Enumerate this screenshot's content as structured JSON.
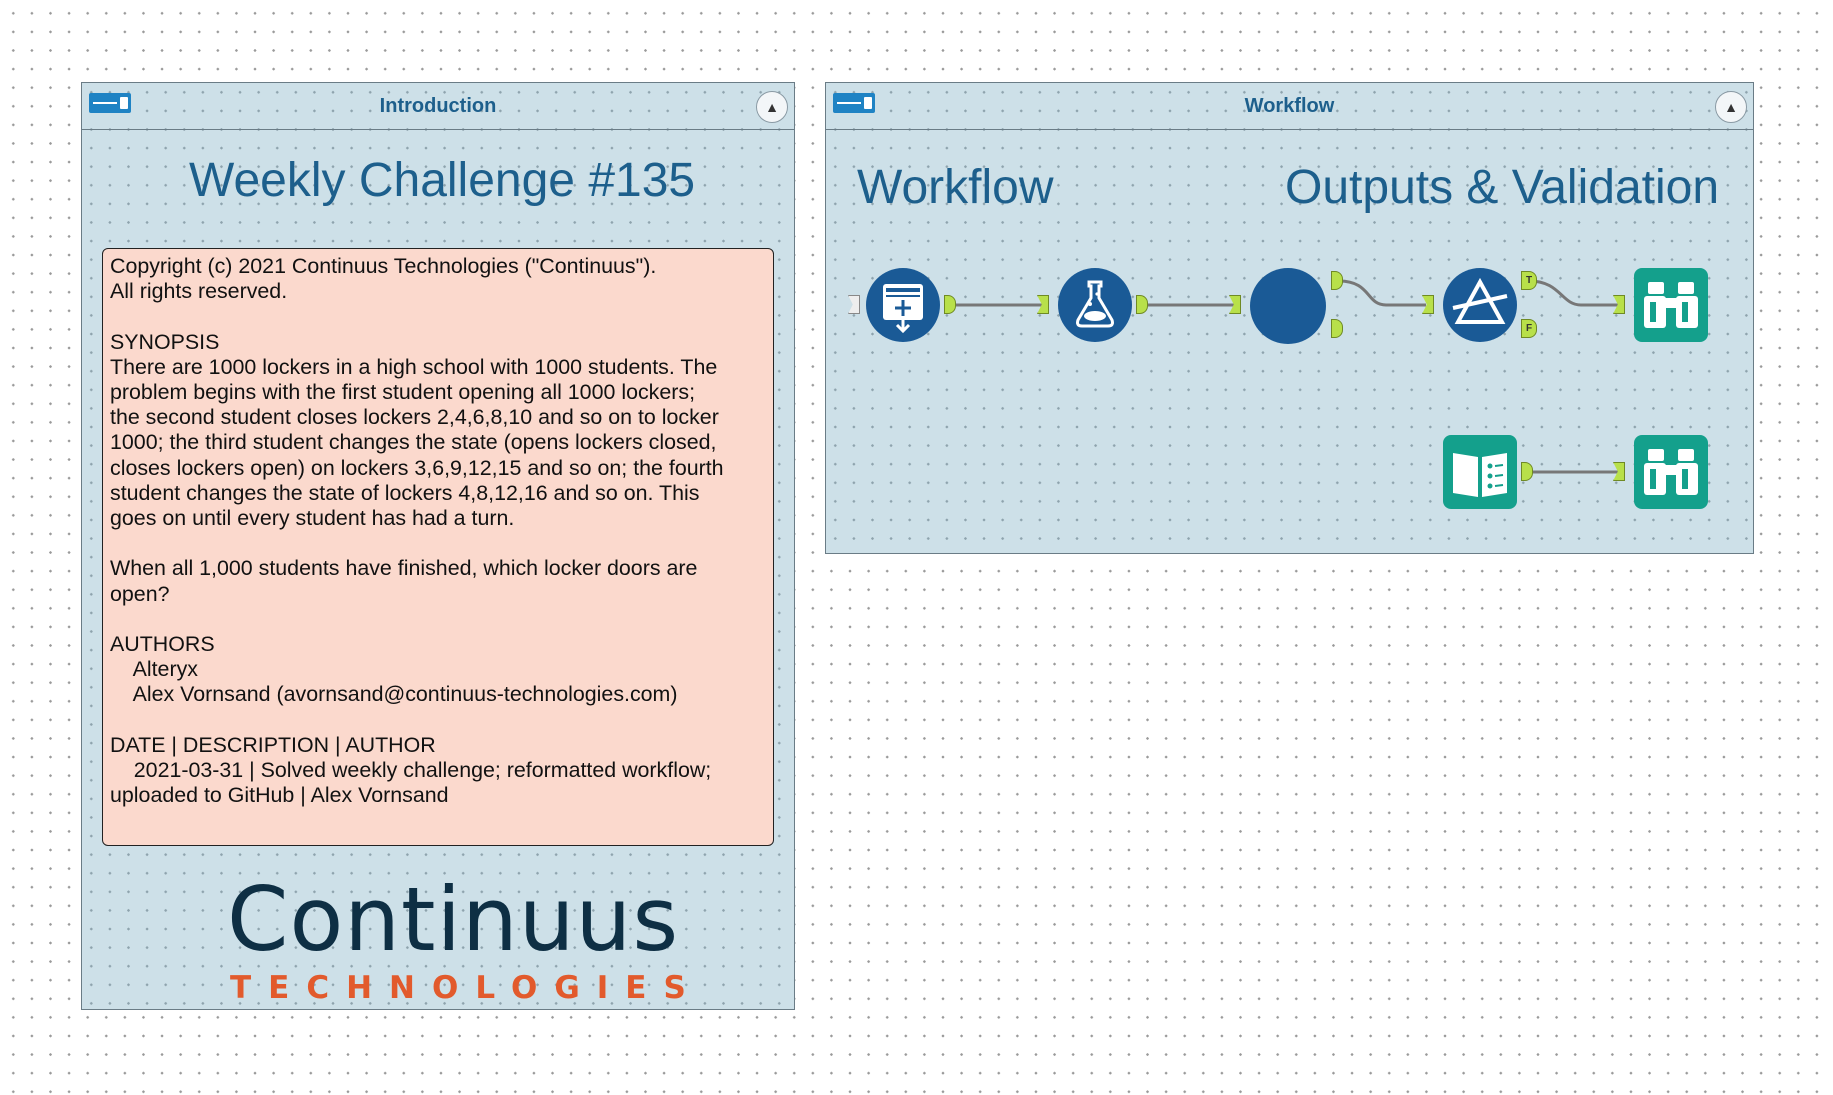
{
  "introduction": {
    "container_title": "Introduction",
    "heading": "Weekly Challenge #135",
    "comment_lines": [
      "Copyright (c) 2021 Continuus Technologies (\"Continuus\").",
      "All rights reserved.",
      "",
      "SYNOPSIS",
      "There are 1000 lockers in a high school with 1000 students. The",
      "problem begins with the first student opening all 1000 lockers;",
      "the second student closes lockers 2,4,6,8,10 and so on to locker",
      "1000; the third student changes the state (opens lockers closed,",
      "closes lockers open) on lockers 3,6,9,12,15 and so on; the fourth",
      "student changes the state of lockers 4,8,12,16 and so on. This",
      "goes on until every student has had a turn.",
      "",
      "When all 1,000 students have finished, which locker doors are",
      "open?",
      "",
      "AUTHORS",
      "    Alteryx",
      "    Alex Vornsand (avornsand@continuus-technologies.com)",
      "",
      "DATE | DESCRIPTION | AUTHOR",
      "    2021-03-31 | Solved weekly challenge; reformatted workflow;",
      "uploaded to GitHub | Alex Vornsand"
    ],
    "logo_main": "Continuus",
    "logo_sub": "TECHNOLOGIES"
  },
  "workflow": {
    "container_title": "Workflow",
    "heading_left": "Workflow",
    "heading_right": "Outputs & Validation",
    "tools": [
      {
        "name": "generate-rows-tool",
        "icon": "generate-rows-icon",
        "color": "#1a5a96"
      },
      {
        "name": "formula-tool",
        "icon": "flask-icon",
        "color": "#1a5a96"
      },
      {
        "name": "macro-tool",
        "icon": "circle-icon",
        "color": "#1a5a96"
      },
      {
        "name": "filter-tool",
        "icon": "filter-icon",
        "color": "#1a5a96"
      },
      {
        "name": "browse-tool-1",
        "icon": "binoculars-icon",
        "color": "#14a08c"
      },
      {
        "name": "text-input-tool",
        "icon": "book-icon",
        "color": "#14a08c"
      },
      {
        "name": "browse-tool-2",
        "icon": "binoculars-icon",
        "color": "#14a08c"
      }
    ],
    "filter_anchor_true": "T",
    "filter_anchor_false": "F"
  },
  "colors": {
    "canvas": "#ffffff",
    "container_bg": "#cde0e8",
    "title_text": "#1d5f8c",
    "comment_bg": "#fbd9cd",
    "tool_blue": "#1a5a96",
    "tool_teal": "#14a08c",
    "anchor": "#b8e04a",
    "logo_navy": "#0e2f44",
    "logo_orange": "#e25a2c"
  }
}
